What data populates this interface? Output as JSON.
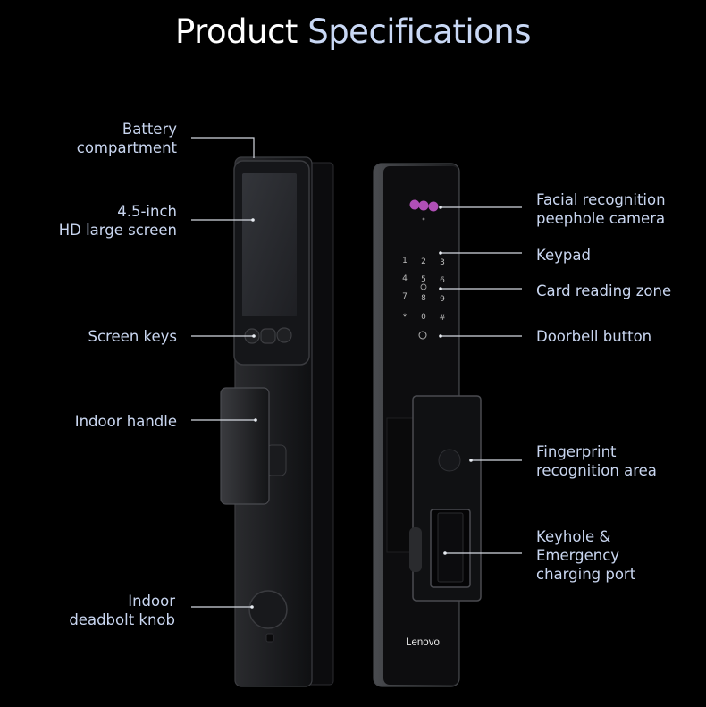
{
  "header": {
    "title_part1": "Product",
    "title_part2": "Specifications"
  },
  "labels": {
    "battery": "Battery\ncompartment",
    "screen": "4.5-inch\nHD large screen",
    "screen_keys": "Screen keys",
    "handle": "Indoor handle",
    "deadbolt": "Indoor\ndeadbolt knob",
    "camera": "Facial recognition\npeephole camera",
    "keypad": "Keypad",
    "card": "Card reading zone",
    "doorbell": "Doorbell button",
    "fingerprint": "Fingerprint\nrecognition area",
    "keyhole": "Keyhole &\nEmergency\ncharging port"
  },
  "keypad_keys": [
    "1",
    "2",
    "3",
    "4",
    "5",
    "6",
    "7",
    "8",
    "9",
    "*",
    "0",
    "#"
  ],
  "brand": "Lenovo",
  "colors": {
    "label": "#c9d6f0",
    "title_accent": "#c9d8f5",
    "camera_led": "#b04fb6"
  }
}
